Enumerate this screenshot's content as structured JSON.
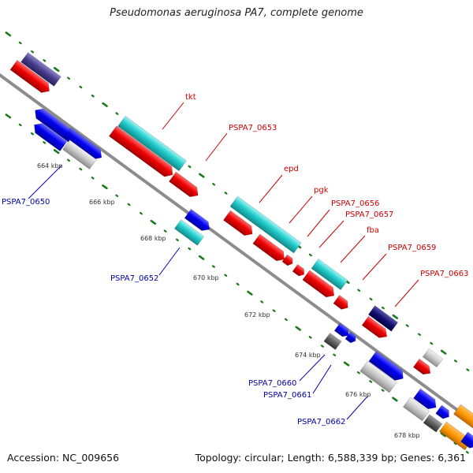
{
  "title": "Pseudomonas aeruginosa PA7, complete genome",
  "footer": {
    "accession": "Accession: NC_009656",
    "summary": "Topology: circular; Length: 6,588,339 bp; Genes: 6,361"
  },
  "colors": {
    "backbone": "#8c8c8c",
    "tick": "#1a7a1a",
    "top_label": "#cc0000",
    "bottom_label": "#0000aa",
    "kbp_label": "#333333"
  },
  "kbp_labels": [
    "664 kbp",
    "666 kbp",
    "668 kbp",
    "670 kbp",
    "672 kbp",
    "674 kbp",
    "676 kbp",
    "678 kbp"
  ],
  "gene_labels_top": [
    "tkt",
    "PSPA7_0653",
    "epd",
    "pgk",
    "PSPA7_0656",
    "PSPA7_0657",
    "fba",
    "PSPA7_0659",
    "PSPA7_0663"
  ],
  "gene_labels_bottom": [
    "PSPA7_0650",
    "PSPA7_0652",
    "PSPA7_0660",
    "PSPA7_0661",
    "PSPA7_0662"
  ]
}
